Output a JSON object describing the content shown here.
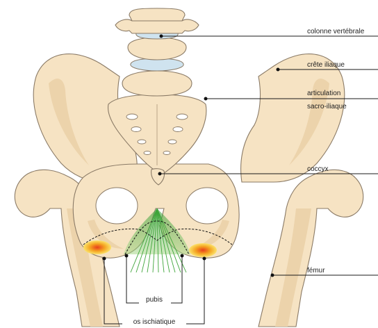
{
  "labels": {
    "spine": "colonne vertébrale",
    "iliac_crest": "crête iliaque",
    "si_joint_line1": "articulation",
    "si_joint_line2": "sacro-iliaque",
    "coccyx": "coccyx",
    "femur": "fémur",
    "pubis": "pubis",
    "ischium": "os ischiatique"
  },
  "colors": {
    "bone": "#f6e3c3",
    "bone_shade": "#ecd3ab",
    "bone_outline": "#8a7a66",
    "disc": "#cfe3ef",
    "pelvic_floor_muscle": "#5fb84a",
    "ischial_hotspot": "#f08a1e",
    "leader_line": "#1a1a1a"
  }
}
